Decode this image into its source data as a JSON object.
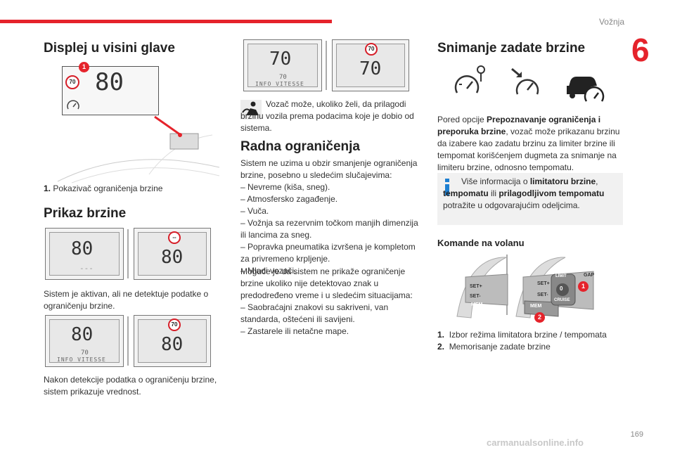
{
  "header": {
    "chapter_title": "Vožnja",
    "chapter_number": "6",
    "page_number": "169"
  },
  "footer": {
    "watermark": "carmanualsonline.info"
  },
  "col1": {
    "h_hud": "Displej u visini glave",
    "hud": {
      "speed": "80",
      "sign": "70",
      "callout": "1"
    },
    "caption1_num": "1.",
    "caption1_text": "Pokazivač ograničenja brzine",
    "h_speed": "Prikaz brzine",
    "p1": "Sistem je aktivan, ali ne detektuje podatke o ograničenju brzine.",
    "p2": "Nakon detekcije podatka o ograničenju brzine, sistem prikazuje vrednost.",
    "disp1": {
      "left_speed": "80",
      "left_small": "---",
      "right_sign": "--",
      "right_speed": "80"
    },
    "disp2": {
      "left_speed": "80",
      "left_small": "70",
      "left_info": "INFO VITESSE",
      "right_sign": "70",
      "right_speed": "80"
    }
  },
  "col2": {
    "disp3": {
      "left_speed": "70",
      "left_small": "70",
      "left_info": "INFO VITESSE",
      "right_sign": "70",
      "right_speed": "70"
    },
    "note": "Vozač može, ukoliko želi, da prilagodi brzinu vozila prema podacima koje je dobio od sistema.",
    "h_limits": "Radna ograničenja",
    "intro": "Sistem ne uzima u obzir smanjenje ograničenja brzine, posebno u sledećim slučajevima:",
    "items": [
      "– Nevreme (kiša, sneg).",
      "– Atmosfersko zagađenje.",
      "– Vuča.",
      "– Vožnja sa rezervnim točkom manjih dimenzija ili lancima za sneg.",
      "– Popravka pneumatika izvršena je kompletom za privremeno krpljenje.",
      "– Mladi vozači."
    ],
    "intro2": "Moguće je da sistem ne prikaže ograničenje brzine ukoliko nije detektovao znak u predodređeno vreme i u sledećim situacijama:",
    "items2": [
      "– Saobraćajni znakovi su sakriveni, van standarda, oštećeni ili savijeni.",
      "– Zastarele ili netačne mape."
    ]
  },
  "col3": {
    "h_record": "Snimanje zadate brzine",
    "p_pre": "Pored opcije ",
    "p_bold": "Prepoznavanje ograničenja i preporuka brzine",
    "p_post": ", vozač može prikazanu brzinu da izabere kao zadatu brzinu za limiter brzine ili tempomat korišćenjem dugmeta za snimanje na limiteru brzine, odnosno tempomatu.",
    "info_pre": "Više informacija o ",
    "info_b1": "limitatoru brzine",
    "info_mid1": ", ",
    "info_b2": "tempomatu",
    "info_mid2": " ili ",
    "info_b3": "prilagodljivom tempomatu",
    "info_post": " potražite u odgovarajućim odeljcima.",
    "h_controls": "Komande na volanu",
    "stalk": {
      "mem": "MEM",
      "gap": "GAP",
      "limit": "LIMIT",
      "cruise": "CRUISE",
      "set_plus": "SET+",
      "set_minus": "SET-",
      "zero": "0",
      "callout1": "1",
      "callout2": "2"
    },
    "cap1_num": "1.",
    "cap1_text": "Izbor režima limitatora brzine / tempomata",
    "cap2_num": "2.",
    "cap2_text": "Memorisanje zadate brzine"
  },
  "colors": {
    "accent": "#e5232b",
    "info_box": "#f1f1f1"
  },
  "icons": [
    "speedometer-pin-icon",
    "speedometer-arrow-icon",
    "car-speedometer-icon",
    "driver-adjust-icon",
    "info-icon"
  ]
}
